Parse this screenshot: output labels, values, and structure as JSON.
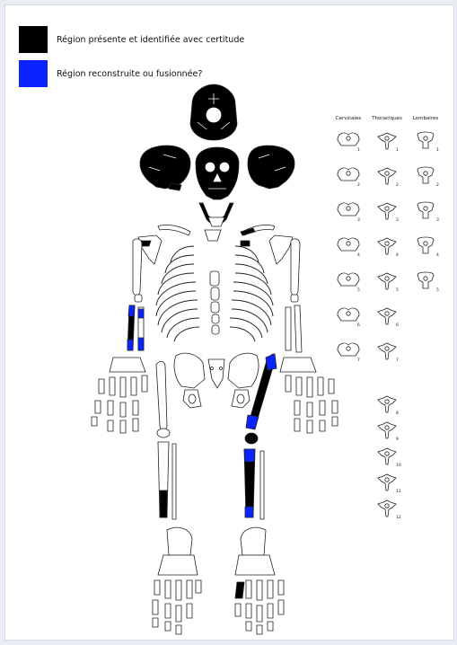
{
  "legend": {
    "items": [
      {
        "label": "Région présente et identifiée avec certitude",
        "color": "#000000"
      },
      {
        "label": "Région reconstruite ou fusionnée?",
        "color": "#0b24ff"
      }
    ]
  },
  "vertebrae": {
    "columns": [
      {
        "title": "Cervicales",
        "numbers": [
          "1",
          "2",
          "3",
          "4",
          "5",
          "6",
          "7"
        ]
      },
      {
        "title": "Thoraciques",
        "numbers": [
          "1",
          "2",
          "3",
          "4",
          "5",
          "6",
          "7",
          "8",
          "9",
          "10",
          "11",
          "12"
        ]
      },
      {
        "title": "Lombaires",
        "numbers": [
          "1",
          "2",
          "3",
          "4",
          "5"
        ]
      }
    ]
  },
  "colors": {
    "present": "#000000",
    "reconstructed": "#0b24ff",
    "outline": "#222222",
    "page_bg": "#e9edf3",
    "sheet_bg": "#ffffff"
  }
}
